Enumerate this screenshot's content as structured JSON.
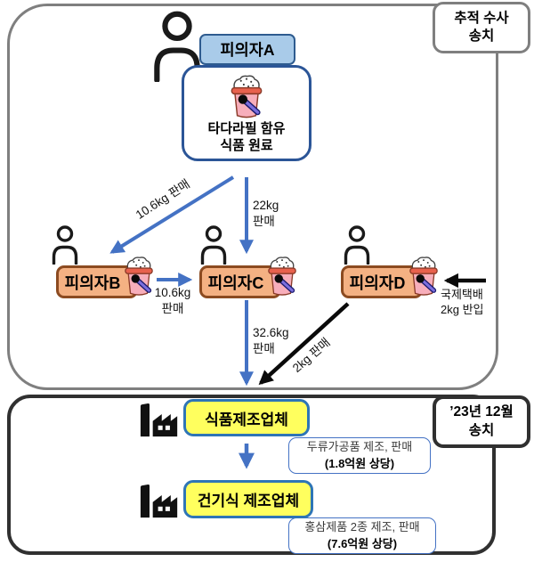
{
  "top_panel": {
    "badge": {
      "line1": "추적 수사",
      "line2": "송치"
    },
    "suspect_a": {
      "name": "피의자A",
      "material": {
        "line1": "타다라필 함유",
        "line2": "식품 원료"
      }
    },
    "suspects": [
      {
        "name": "피의자B"
      },
      {
        "name": "피의자C"
      },
      {
        "name": "피의자D"
      }
    ],
    "flow_labels": {
      "a_to_b": "10.6kg 판매",
      "a_to_c": {
        "line1": "22kg",
        "line2": "판매"
      },
      "b_to_c": {
        "line1": "10.6kg",
        "line2": "판매"
      },
      "c_to_plant": {
        "line1": "32.6kg",
        "line2": "판매"
      },
      "d_to_plant": "2kg 판매",
      "import_to_d": {
        "line1": "국제택배",
        "line2": "2kg 반입"
      }
    }
  },
  "bottom_panel": {
    "badge": {
      "line1": "’23년 12월",
      "line2": "송치"
    },
    "manufacturers": [
      {
        "name": "식품제조업체",
        "note_line1": "두류가공품 제조, 판매",
        "note_line2": "(1.8억원 상당)"
      },
      {
        "name": "건기식 제조업체",
        "note_line1": "홍삼제품 2종 제조, 판매",
        "note_line2": "(7.6억원 상당)"
      }
    ]
  },
  "icons": {
    "person": "person-icon",
    "bucket": "ingredient-bucket-icon",
    "factory": "factory-icon"
  },
  "colors": {
    "arrow_blue": "#4472C4",
    "arrow_black": "#0a0a0a",
    "suspect_fill": "#F4B183",
    "suspect_border": "#8C4B21",
    "label_a_fill": "#A9CBE9",
    "label_a_border": "#2E5B8F",
    "material_border": "#2B5597",
    "plant_fill": "#FFFF5E",
    "plant_border": "#2E75B6",
    "note_border": "#4472C4",
    "panel_gray": "#7F7F7F",
    "panel_dark": "#303030",
    "bucket_body": "#F7AEBB",
    "bucket_rim": "#E8614D",
    "bucket_handle": "#7C6FDE"
  }
}
